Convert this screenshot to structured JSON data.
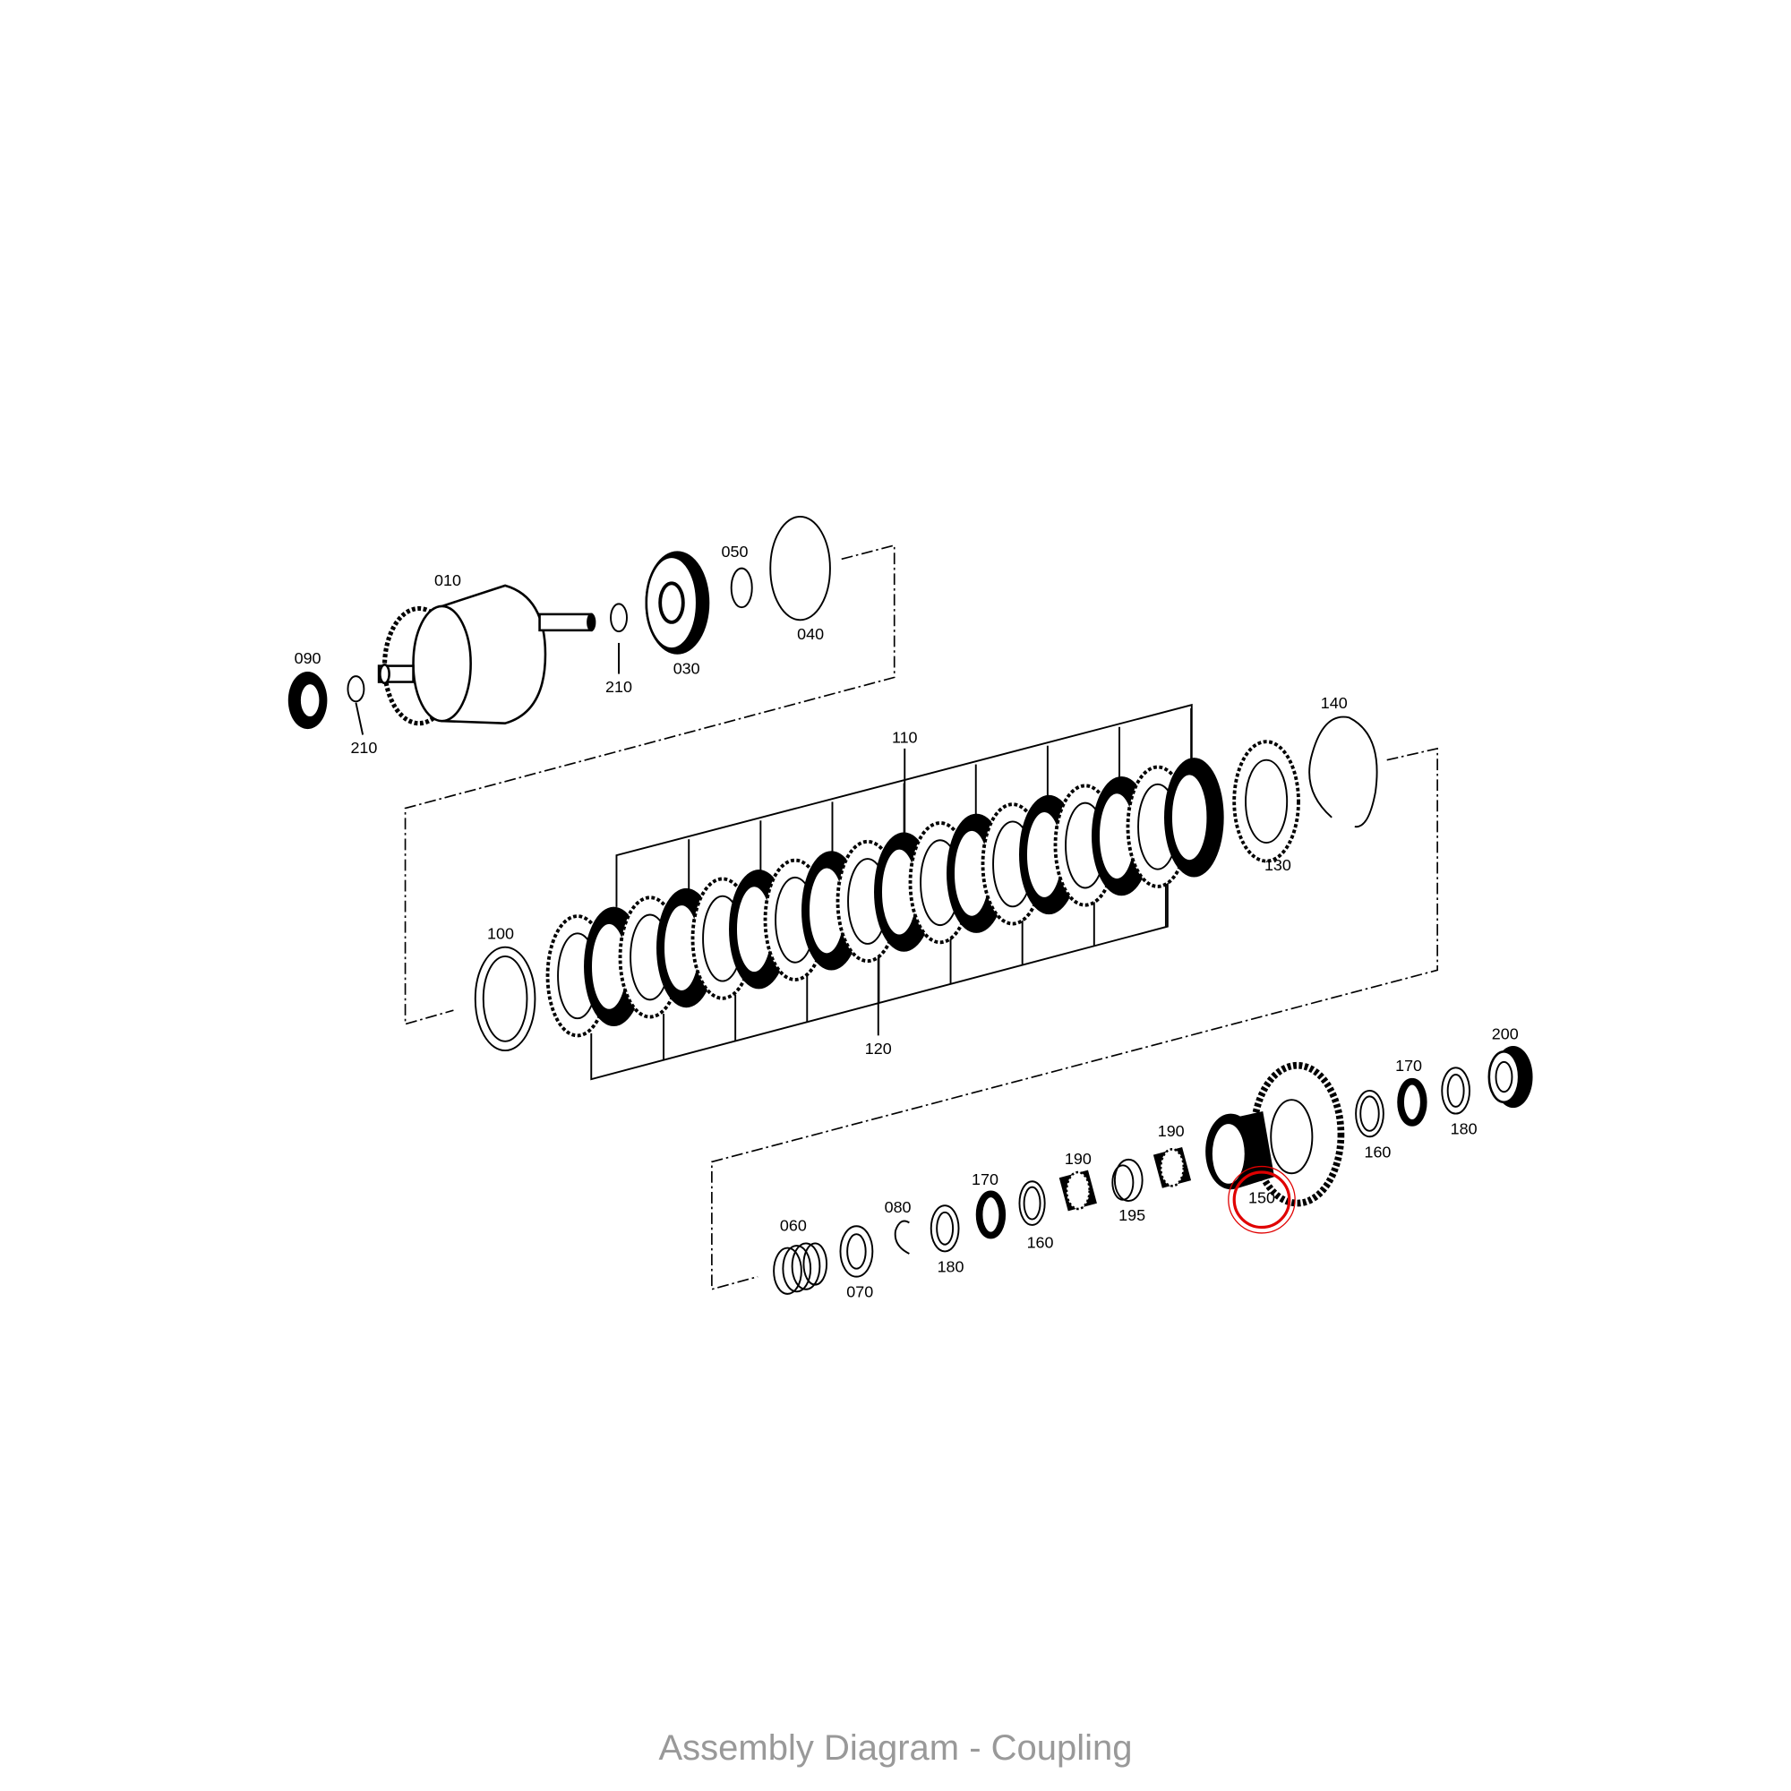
{
  "caption": "Assembly Diagram - Coupling",
  "highlight_color": "#e00000",
  "highlighted_part": "150",
  "labels": {
    "p010": "010",
    "p090": "090",
    "p210a": "210",
    "p210b": "210",
    "p030": "030",
    "p050": "050",
    "p040": "040",
    "p110": "110",
    "p140": "140",
    "p130": "130",
    "p100": "100",
    "p120": "120",
    "p200": "200",
    "p170a": "170",
    "p180a": "180",
    "p160a": "160",
    "p190a": "190",
    "p190b": "190",
    "p170b": "170",
    "p160b": "160",
    "p195": "195",
    "p150": "150",
    "p080": "080",
    "p180b": "180",
    "p060": "060",
    "p070": "070"
  }
}
